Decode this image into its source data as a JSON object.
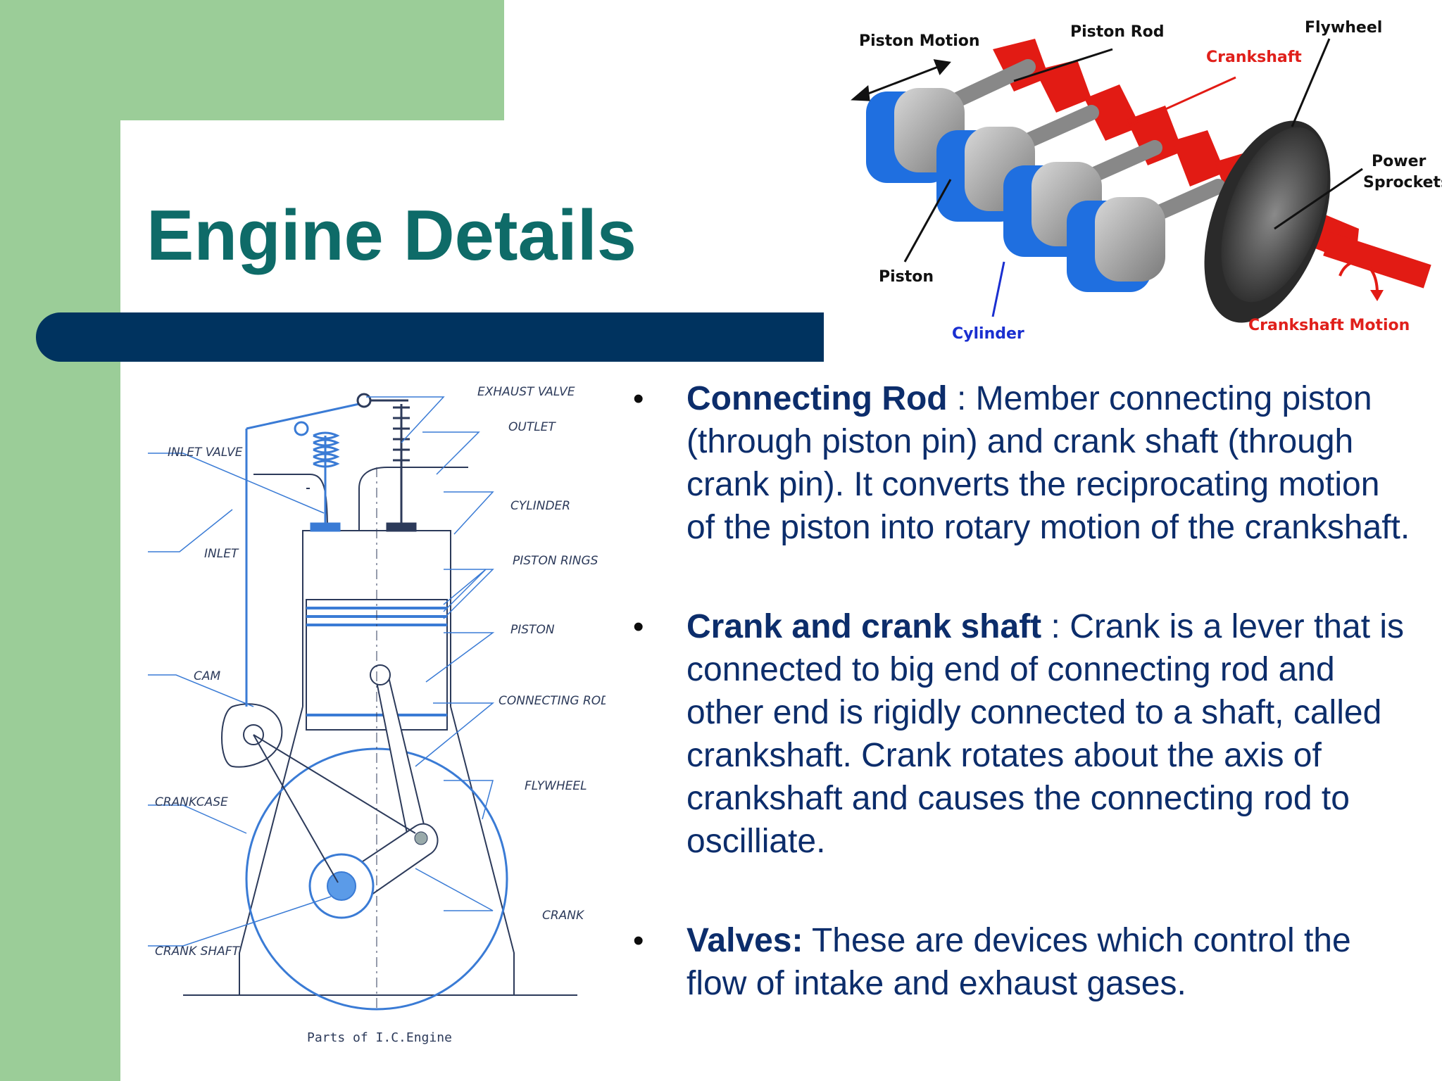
{
  "slide": {
    "title": "Engine Details"
  },
  "engine_photo": {
    "labels": {
      "piston_motion": "Piston Motion",
      "piston_rod": "Piston  Rod",
      "flywheel": "Flywheel",
      "crankshaft": "Crankshaft",
      "power_sprockets_1": "Power",
      "power_sprockets_2": "Sprockets",
      "piston": "Piston",
      "cylinder": "Cylinder",
      "crankshaft_motion": "Crankshaft  Motion"
    },
    "colors": {
      "black_label": "#111111",
      "red_label": "#e0201b",
      "blue_label": "#1a2fd0"
    }
  },
  "schematic": {
    "labels": {
      "exhaust_valve": "EXHAUST VALVE",
      "outlet": "OUTLET",
      "inlet_valve": "INLET VALVE",
      "cylinder": "CYLINDER",
      "inlet": "INLET",
      "piston_rings": "PISTON RINGS",
      "piston": "PISTON",
      "cam": "CAM",
      "connecting_rod": "CONNECTING ROD",
      "flywheel": "FLYWHEEL",
      "crankcase": "CRANKCASE",
      "crank": "CRANK",
      "crank_shaft": "CRANK SHAFT",
      "caption": "Parts  of  I.C.Engine"
    }
  },
  "bullets": [
    {
      "term": "Connecting Rod",
      "separator": " : ",
      "text": "Member connecting piston (through piston pin) and crank shaft (through crank pin). It converts the reciprocating motion of the piston into rotary motion of the crankshaft."
    },
    {
      "term": "Crank and crank shaft",
      "separator": " : ",
      "text": "Crank is a lever that is connected to big end of connecting rod and other end is rigidly connected to a shaft, called crankshaft. Crank rotates about the axis of crankshaft and causes the connecting rod to oscilliate."
    },
    {
      "term": "Valves:",
      "separator": " ",
      "text": "These are devices which control the flow of intake and exhaust gases."
    }
  ],
  "bullet_glyph": "•",
  "colors": {
    "green": "#9bcd98",
    "title_teal": "#0e6b68",
    "navy_bar": "#00335f",
    "body_text": "#0c2d6b"
  }
}
